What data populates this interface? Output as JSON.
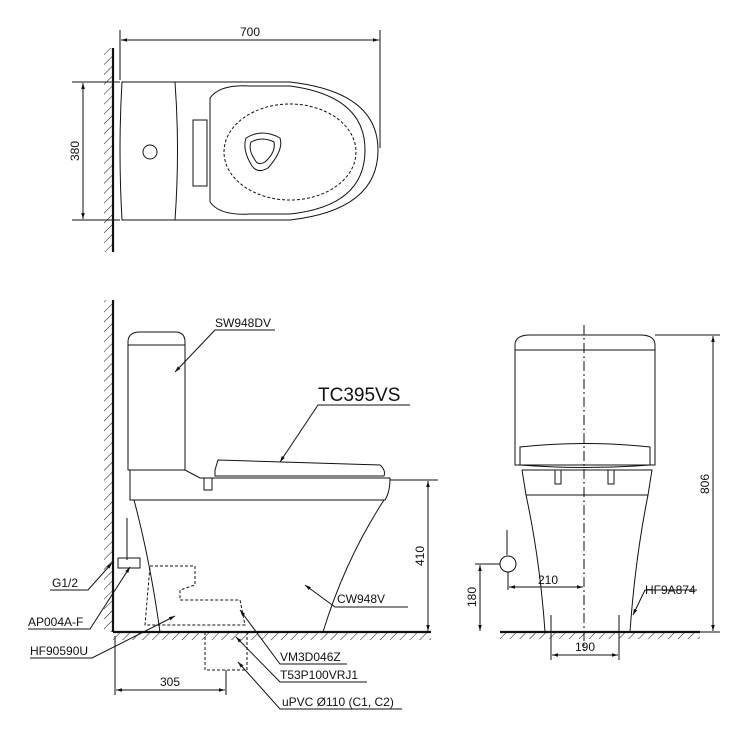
{
  "model": "TC395VS",
  "dimensions": {
    "top_width": "700",
    "top_depth": "380",
    "side_height": "410",
    "side_rough_in": "305",
    "front_height": "806",
    "front_supply_offset": "210",
    "front_supply_height": "180",
    "front_bolt_spacing": "190"
  },
  "parts": {
    "tank": "SW948DV",
    "bowl": "CW948V",
    "supply": "G1/2",
    "angle_valve": "AP004A-F",
    "hose": "HF90590U",
    "flange": "VM3D046Z",
    "adapter": "T53P100VRJ1",
    "pipe": "uPVC Ø110 (C1, C2)",
    "bolt": "HF9A874"
  }
}
